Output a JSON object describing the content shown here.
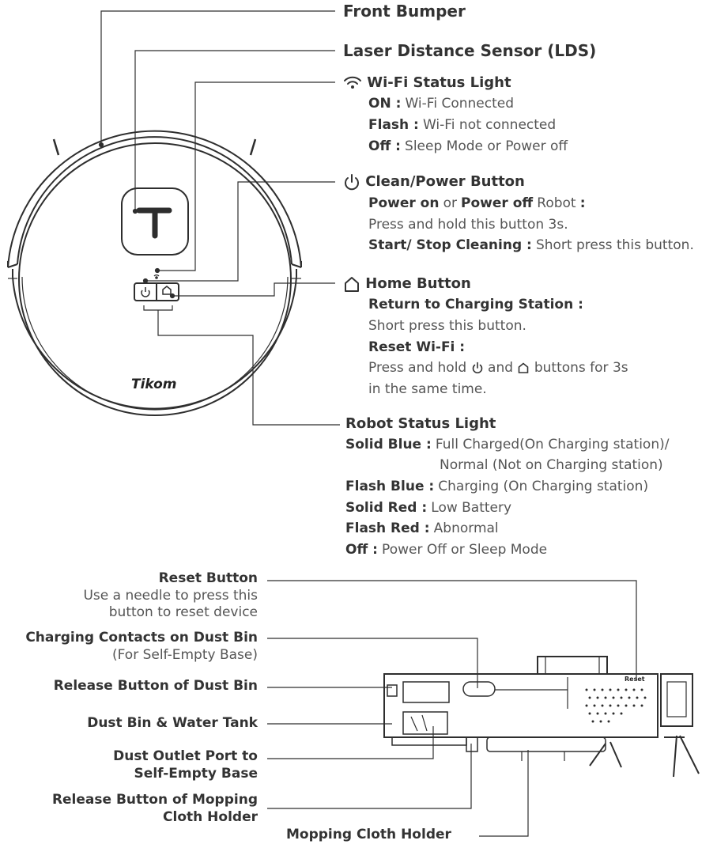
{
  "top": {
    "front_bumper": "Front Bumper",
    "lds": "Laser Distance Sensor (LDS)",
    "brand": "Tikom",
    "wifi": {
      "title": "Wi-Fi Status Light",
      "on_label": "ON :",
      "on_text": "Wi-Fi Connected",
      "flash_label": "Flash :",
      "flash_text": "Wi-Fi not connected",
      "off_label": "Off :",
      "off_text": "Sleep Mode or Power off"
    },
    "power": {
      "title": "Clean/Power Button",
      "l1_a": "Power on",
      "l1_b": "or",
      "l1_c": "Power off",
      "l1_d": "Robot",
      "l1_e": ":",
      "l2": "Press and hold this button 3s.",
      "l3_label": "Start/ Stop Cleaning :",
      "l3_text": "Short press this button."
    },
    "home": {
      "title": "Home Button",
      "l1": "Return to Charging Station :",
      "l2": "Short press this button.",
      "l3": "Reset Wi-Fi :",
      "l4_a": "Press and hold",
      "l4_b": "and",
      "l4_c": "buttons for 3s",
      "l5": "in the same time."
    },
    "status": {
      "title": "Robot Status Light",
      "solid_blue_label": "Solid Blue :",
      "solid_blue_text1": "Full Charged(On Charging station)/",
      "solid_blue_text2": "Normal (Not on Charging station)",
      "flash_blue_label": "Flash Blue :",
      "flash_blue_text": "Charging (On Charging station)",
      "solid_red_label": "Solid Red :",
      "solid_red_text": "Low Battery",
      "flash_red_label": "Flash Red :",
      "flash_red_text": "Abnormal",
      "off_label": "Off :",
      "off_text": "Power Off or Sleep Mode"
    }
  },
  "bottom": {
    "reset_title": "Reset Button",
    "reset_desc1": "Use a needle to press this",
    "reset_desc2": "button to reset device",
    "contacts_title": "Charging Contacts on Dust Bin",
    "contacts_desc": "(For Self-Empty Base)",
    "release_bin": "Release Button of Dust Bin",
    "dust_bin": "Dust Bin & Water Tank",
    "outlet_1": "Dust Outlet Port to",
    "outlet_2": "Self-Empty Base",
    "release_mop_1": "Release Button of Mopping",
    "release_mop_2": "Cloth Holder",
    "mop_holder": "Mopping Cloth Holder",
    "reset_tag": "Reset"
  }
}
